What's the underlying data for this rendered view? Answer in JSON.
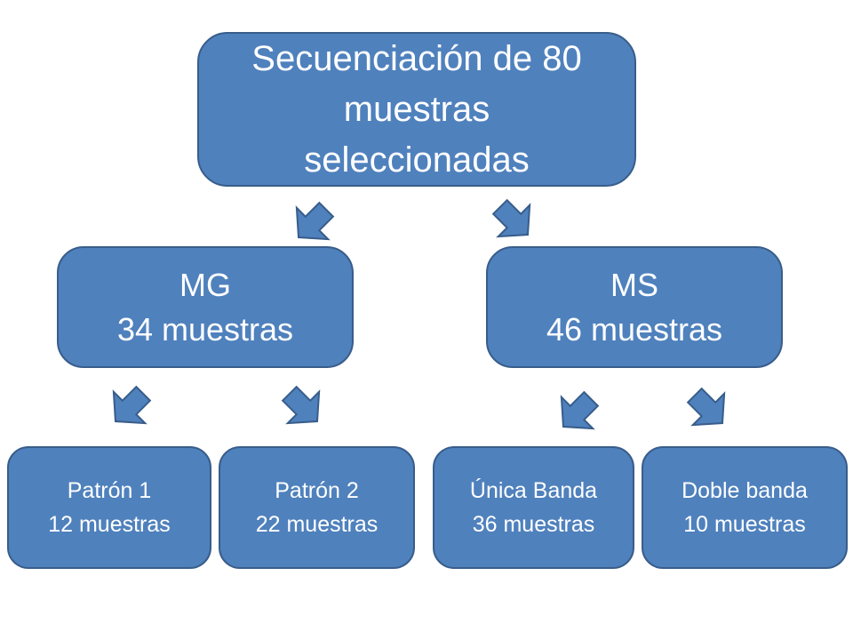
{
  "root": {
    "lines": [
      "Secuenciación de 80",
      "muestras",
      "seleccionadas"
    ]
  },
  "groups": [
    {
      "name": "MG",
      "count": "34 muestras"
    },
    {
      "name": "MS",
      "count": "46 muestras"
    }
  ],
  "leaves": [
    {
      "name": "Patrón 1",
      "count": "12 muestras"
    },
    {
      "name": "Patrón 2",
      "count": "22 muestras"
    },
    {
      "name": "Única Banda",
      "count": "36 muestras"
    },
    {
      "name": "Doble banda",
      "count": "10 muestras"
    }
  ],
  "colors": {
    "box_fill": "#4f81bd",
    "box_border": "#385d8a",
    "text": "#ffffff"
  }
}
